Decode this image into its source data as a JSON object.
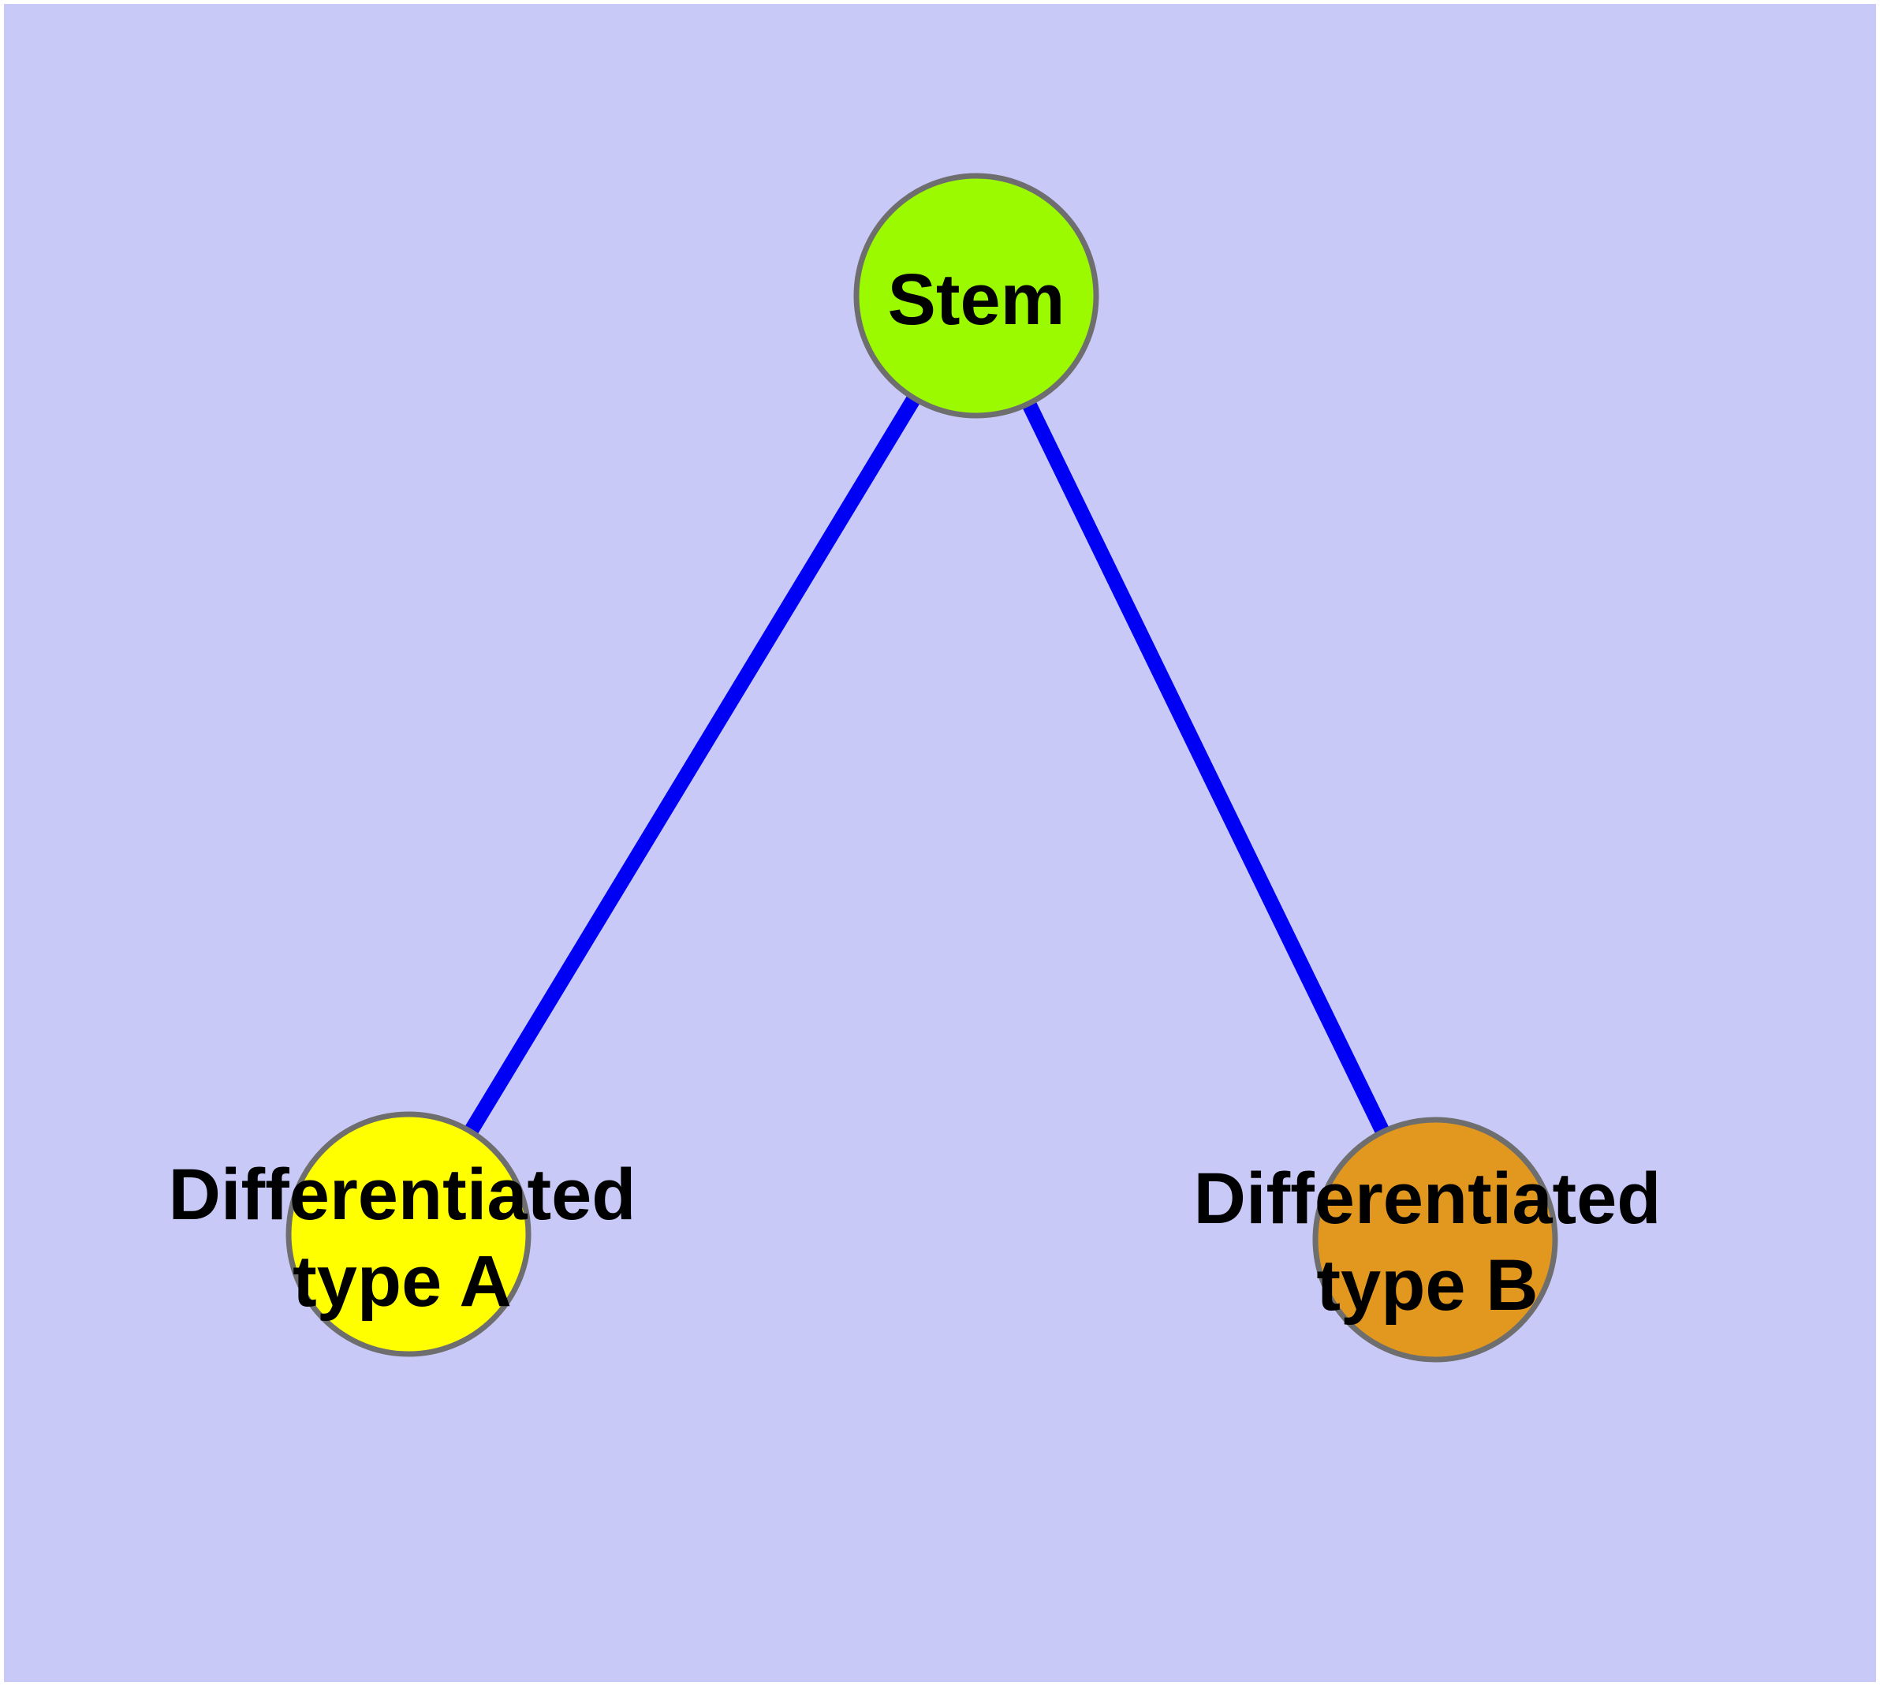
{
  "background": {
    "canvas_color": "#c9c9f8",
    "margin_color": "#ffffff"
  },
  "graph": {
    "edge_color": "#0000f5",
    "node_stroke_color": "#6e6e6e",
    "label_color": "#000000",
    "nodes": [
      {
        "id": "stem",
        "label": "Stem",
        "fill": "#9cfa00"
      },
      {
        "id": "differentiated-type-a",
        "label": "Differentiated type A",
        "label_line1": "Differentiated",
        "label_line2": "type A",
        "fill": "#ffff00"
      },
      {
        "id": "differentiated-type-b",
        "label": "Differentiated type B",
        "label_line1": "Differentiated",
        "label_line2": "type B",
        "fill": "#e2981f"
      }
    ],
    "edges": [
      {
        "from": "Stem",
        "to": "Differentiated type A"
      },
      {
        "from": "Stem",
        "to": "Differentiated type B"
      }
    ]
  }
}
